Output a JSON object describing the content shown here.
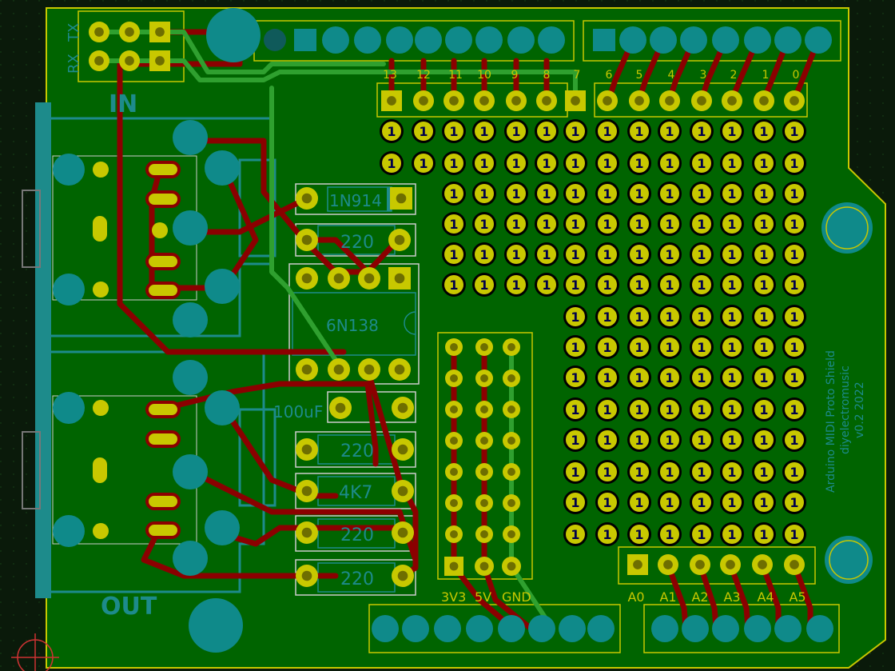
{
  "labels": {
    "rx": "RX",
    "tx": "TX",
    "in": "IN",
    "out": "OUT",
    "diode": "1N914",
    "optocoupler": "6N138",
    "cap": "100uF",
    "r220": "220",
    "r4k7": "4K7",
    "power_3v3": "3V3",
    "power_5v": "5V",
    "power_gnd": "GND",
    "silk_line1": "Arduino MIDI Proto Shield",
    "silk_line2": "diyelectromusic",
    "silk_line3": "v0.2 2022",
    "proto_pad": "1",
    "digital_pins": [
      "13",
      "12",
      "11",
      "10",
      "9",
      "8",
      "7",
      "6",
      "5",
      "4",
      "3",
      "2",
      "1",
      "0"
    ],
    "analog_pins": [
      "A0",
      "A1",
      "A2",
      "A3",
      "A4",
      "A5"
    ]
  },
  "colors": {
    "board": "#006400",
    "copper_back": "#8b0000",
    "copper_front": "#2fa02f",
    "pad": "#c8c800",
    "through_hole": "#0f8a8a",
    "silk": "#1d8b8b",
    "outline": "#c8c800"
  }
}
